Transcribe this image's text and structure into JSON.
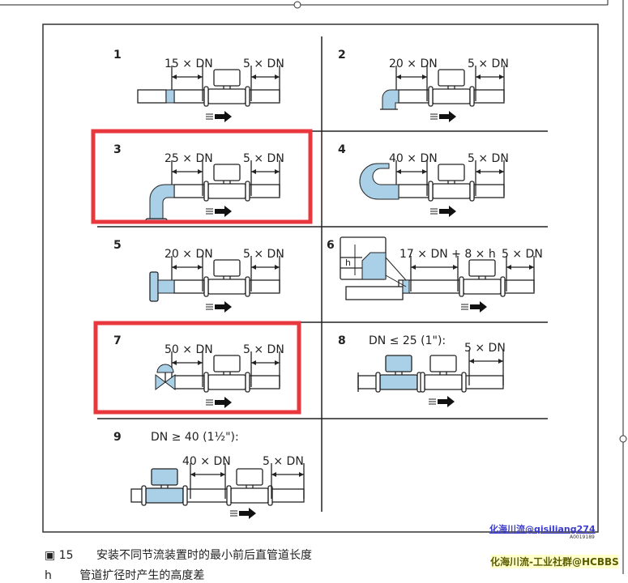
{
  "figure": {
    "cells": [
      {
        "number": "1",
        "upstream": "15 × DN",
        "downstream": "5 × DN",
        "disturbance": "reducer"
      },
      {
        "number": "2",
        "upstream": "20 × DN",
        "downstream": "5 × DN",
        "disturbance": "elbow"
      },
      {
        "number": "3",
        "upstream": "25 × DN",
        "downstream": "5 × DN",
        "disturbance": "elbow-vertical",
        "highlighted": true
      },
      {
        "number": "4",
        "upstream": "40 × DN",
        "downstream": "5 × DN",
        "disturbance": "double-elbow"
      },
      {
        "number": "5",
        "upstream": "20 × DN",
        "downstream": "5 × DN",
        "disturbance": "tee"
      },
      {
        "number": "6",
        "upstream": "17 × DN + 8 × h",
        "downstream": "5 × DN",
        "disturbance": "expansion",
        "inset_label": "h"
      },
      {
        "number": "7",
        "upstream": "50 × DN",
        "downstream": "5 × DN",
        "disturbance": "valve",
        "highlighted": true
      },
      {
        "number": "8",
        "condition": "DN ≤ 25 (1\"):",
        "downstream": "5 × DN",
        "disturbance": "two-meters"
      },
      {
        "number": "9",
        "condition": "DN ≥ 40 (1½\"):",
        "upstream": "40 × DN",
        "downstream": "5 × DN",
        "disturbance": "two-meters"
      }
    ],
    "code": "A0019189",
    "highlight_color": "#e8383d",
    "pipe_fill": "#a9d0e6"
  },
  "caption": {
    "number": "15",
    "text": "安装不同节流装置时的最小前后直管道长度"
  },
  "legend": {
    "key": "h",
    "text": "管道扩径时产生的高度差"
  },
  "watermarks": {
    "top": "化海川流@qisiliang274",
    "bottom": "化海川流-工业社群@HCBBS"
  }
}
